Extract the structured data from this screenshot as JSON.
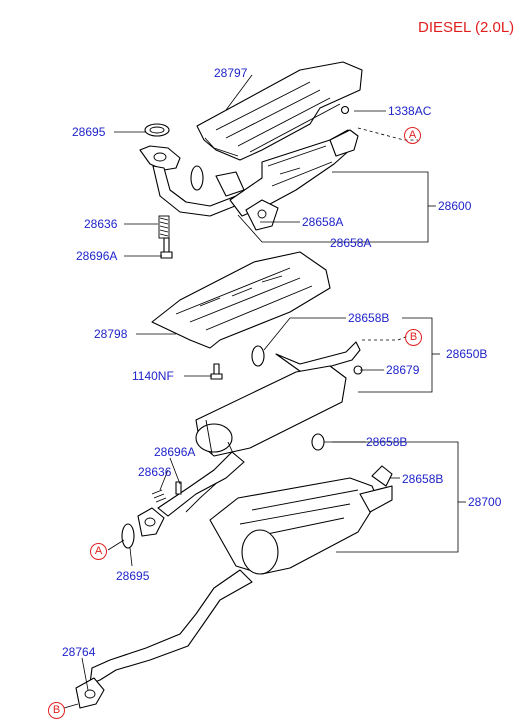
{
  "title": "DIESEL (2.0L)",
  "refs": {
    "a": "A",
    "b": "B"
  },
  "labels": {
    "p28797": "28797",
    "p1338AC": "1338AC",
    "p28695_top": "28695",
    "p28600": "28600",
    "p28636_top": "28636",
    "p28658A_1": "28658A",
    "p28696A_top": "28696A",
    "p28658A_2": "28658A",
    "p28798": "28798",
    "p28658B_1": "28658B",
    "p28650B": "28650B",
    "p1140NF": "1140NF",
    "p28679": "28679",
    "p28696A_mid": "28696A",
    "p28658B_2": "28658B",
    "p28636_mid": "28636",
    "p28658B_3": "28658B",
    "p28700": "28700",
    "p28695_mid": "28695",
    "p28764": "28764"
  }
}
